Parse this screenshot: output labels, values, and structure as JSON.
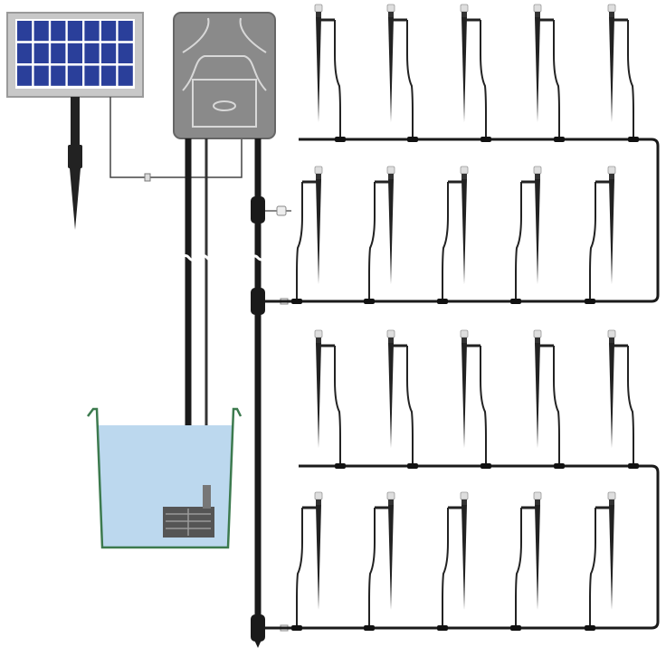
{
  "diagram": {
    "components": [
      {
        "id": "solar-panel",
        "kind": "solar panel",
        "cells": {
          "rows": 3,
          "cols": 7
        }
      },
      {
        "id": "ground-stake",
        "kind": "mounting stake"
      },
      {
        "id": "control-box",
        "kind": "pump controller"
      },
      {
        "id": "water-bucket",
        "kind": "water container"
      },
      {
        "id": "submersible-pump",
        "kind": "pump"
      },
      {
        "id": "main-pipe",
        "kind": "supply tube"
      },
      {
        "id": "drip-stakes",
        "kind": "drip emitter stake",
        "rows": 4,
        "per_row": 5,
        "total": 20
      }
    ],
    "connections": [
      {
        "from": "solar-panel",
        "to": "control-box"
      },
      {
        "from": "control-box",
        "to": "submersible-pump"
      },
      {
        "from": "submersible-pump",
        "to": "main-pipe"
      },
      {
        "from": "main-pipe",
        "to": "drip-stakes"
      }
    ]
  },
  "colors": {
    "pipe": "#1a1a1a",
    "panel_cell": "#2a3f9a",
    "panel_frame": "#c8c8c8",
    "box": "#8a8a8a",
    "water": "#bcd8ee",
    "bucket_rim": "#3c7a4e",
    "pump": "#555555",
    "cap": "#dedede"
  }
}
